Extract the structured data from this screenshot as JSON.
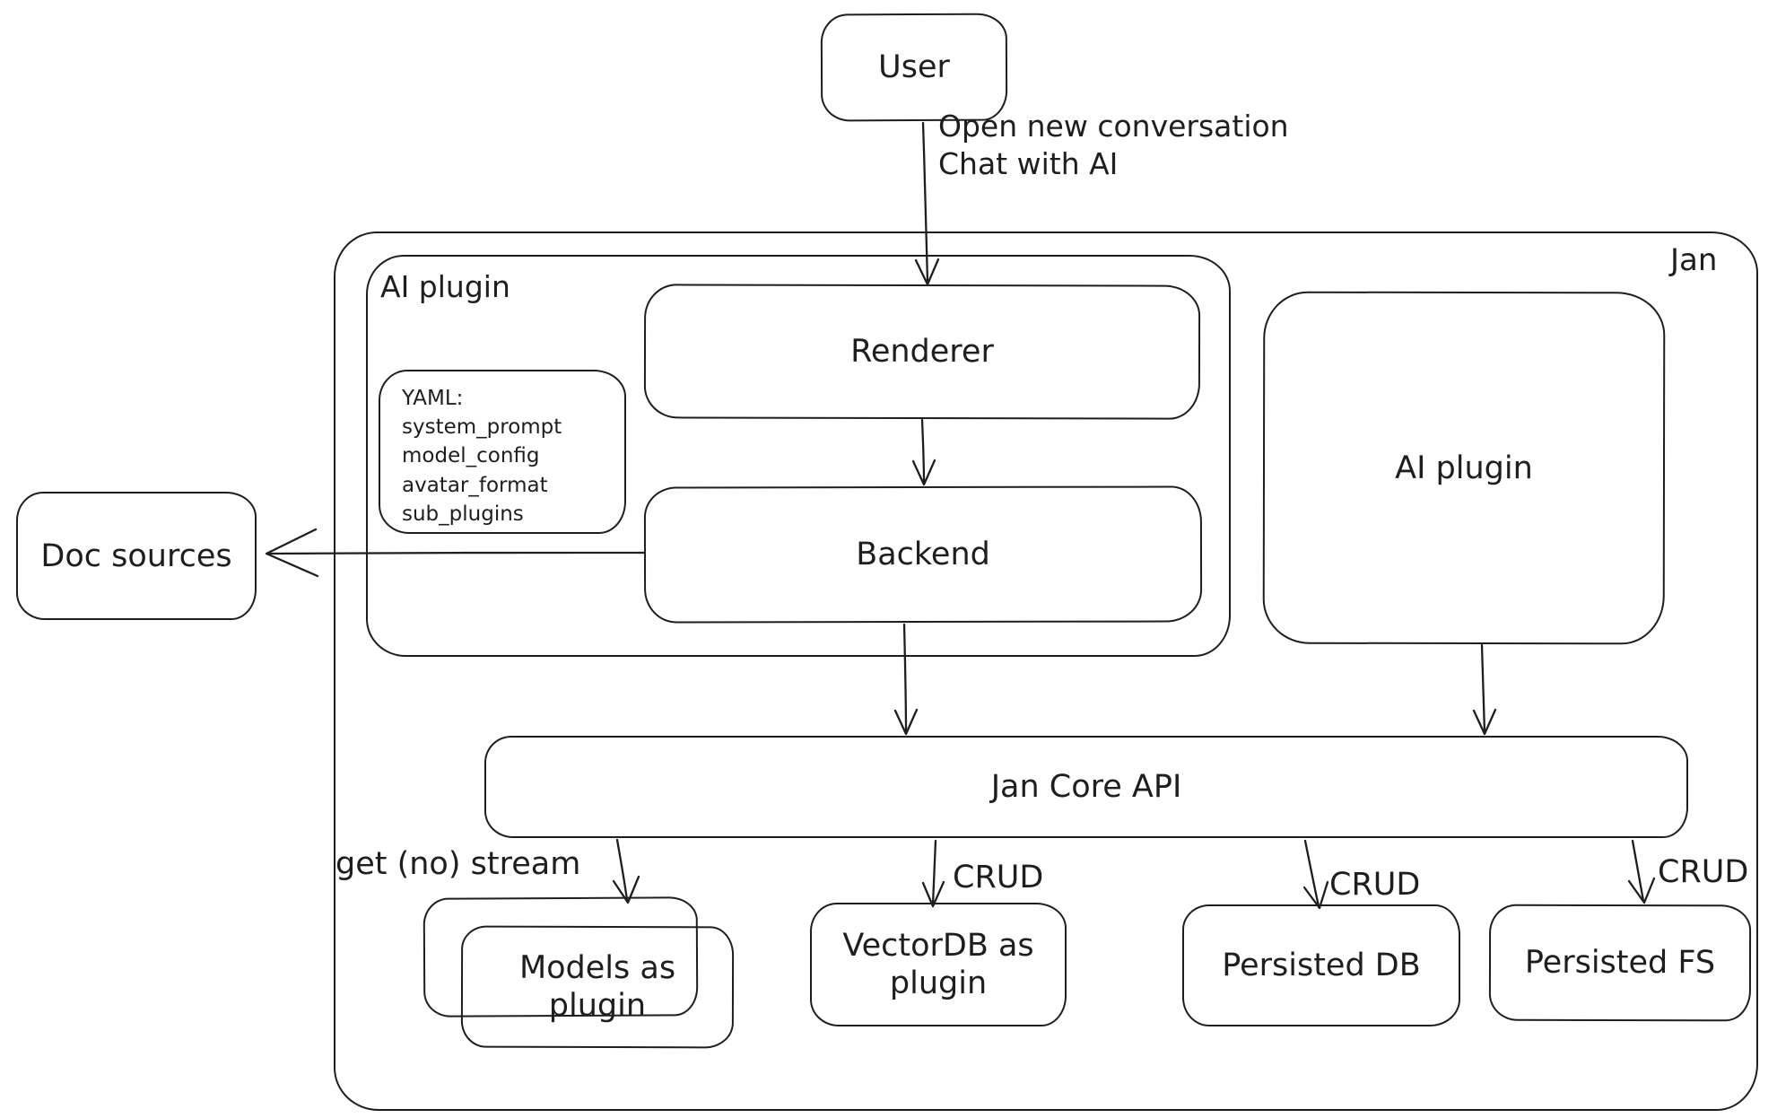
{
  "colors": {
    "stroke": "#1e1e1e",
    "background": "#ffffff"
  },
  "container": {
    "label": "Jan"
  },
  "nodes": {
    "user": {
      "label": "User"
    },
    "ai_plugin_group": {
      "label": "AI plugin"
    },
    "renderer": {
      "label": "Renderer"
    },
    "backend": {
      "label": "Backend"
    },
    "yaml_note": {
      "lines": [
        "YAML:",
        "system_prompt",
        "model_config",
        "avatar_format",
        "sub_plugins"
      ]
    },
    "doc_sources": {
      "label": "Doc sources"
    },
    "ai_plugin": {
      "label": "AI plugin"
    },
    "jan_core_api": {
      "label": "Jan Core API"
    },
    "models_plugin": {
      "label": "Models as plugin"
    },
    "vectordb_plugin": {
      "label": "VectorDB as plugin"
    },
    "persisted_db": {
      "label": "Persisted DB"
    },
    "persisted_fs": {
      "label": "Persisted FS"
    }
  },
  "edges": {
    "user_to_renderer": {
      "label_line1": "Open new conversation",
      "label_line2": "Chat with AI"
    },
    "core_to_models": {
      "label": "get (no) stream"
    },
    "core_to_vectordb": {
      "label": "CRUD"
    },
    "core_to_persisted_db": {
      "label": "CRUD"
    },
    "core_to_persisted_fs": {
      "label": "CRUD"
    }
  }
}
